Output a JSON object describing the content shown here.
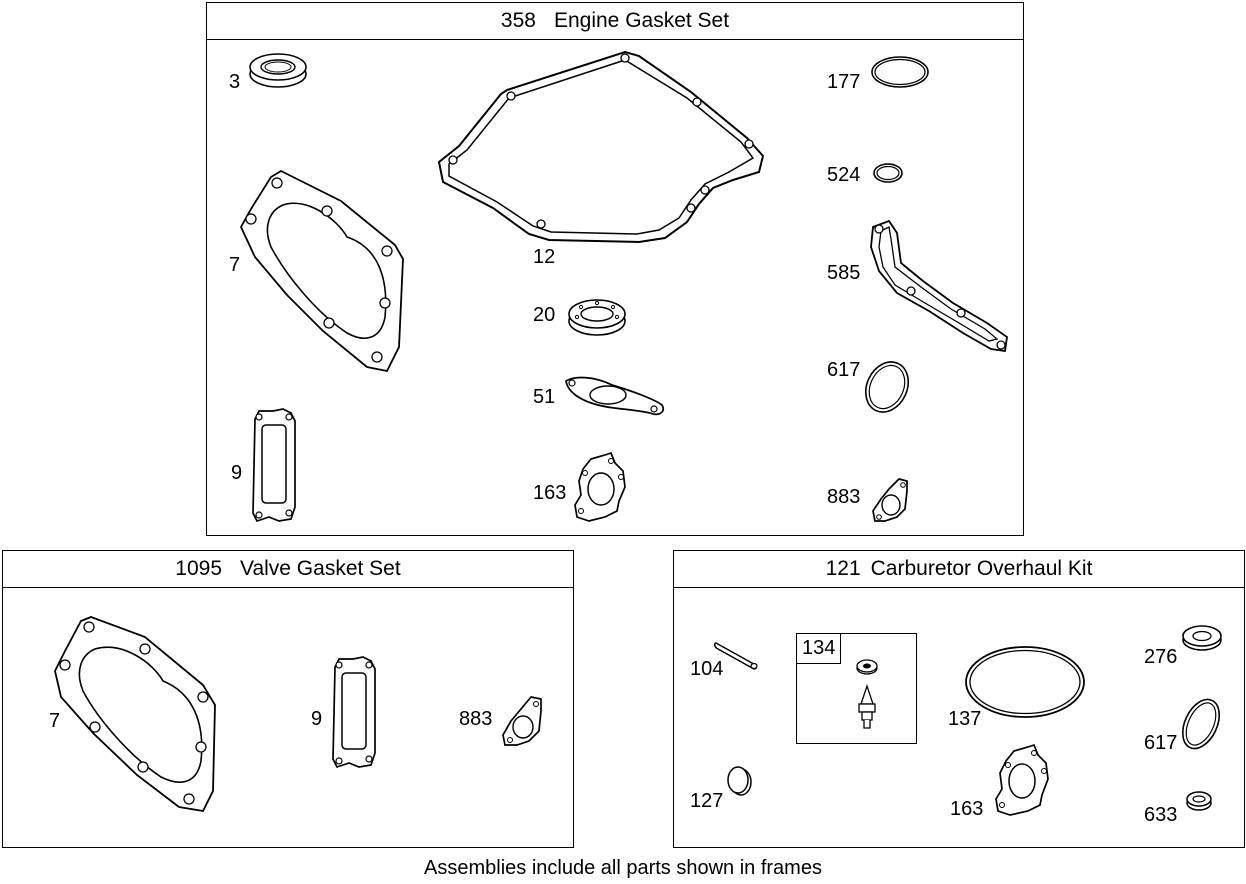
{
  "engine_set": {
    "number": "358",
    "title": "Engine Gasket Set",
    "parts": [
      {
        "label": "3",
        "icon": "oil-seal-icon"
      },
      {
        "label": "12",
        "icon": "crankcase-gasket-icon"
      },
      {
        "label": "177",
        "icon": "o-ring-icon"
      },
      {
        "label": "524",
        "icon": "small-o-ring-icon"
      },
      {
        "label": "7",
        "icon": "cylinder-head-gasket-icon"
      },
      {
        "label": "585",
        "icon": "cover-gasket-icon"
      },
      {
        "label": "20",
        "icon": "oil-seal-icon"
      },
      {
        "label": "617",
        "icon": "oval-ring-icon"
      },
      {
        "label": "51",
        "icon": "exhaust-gasket-icon"
      },
      {
        "label": "9",
        "icon": "valve-cover-gasket-icon"
      },
      {
        "label": "163",
        "icon": "carburetor-gasket-icon"
      },
      {
        "label": "883",
        "icon": "intake-gasket-icon"
      }
    ]
  },
  "valve_set": {
    "number": "1095",
    "title": "Valve Gasket Set",
    "parts": [
      {
        "label": "7",
        "icon": "cylinder-head-gasket-icon"
      },
      {
        "label": "9",
        "icon": "valve-cover-gasket-icon"
      },
      {
        "label": "883",
        "icon": "intake-gasket-icon"
      }
    ]
  },
  "carb_kit": {
    "number": "121",
    "title": "Carburetor Overhaul Kit",
    "parts": [
      {
        "label": "104",
        "icon": "pin-icon"
      },
      {
        "label": "134",
        "icon": "inlet-needle-icon"
      },
      {
        "label": "137",
        "icon": "bowl-gasket-icon"
      },
      {
        "label": "276",
        "icon": "washer-icon"
      },
      {
        "label": "617",
        "icon": "oval-ring-icon"
      },
      {
        "label": "127",
        "icon": "welch-plug-icon"
      },
      {
        "label": "163",
        "icon": "carburetor-gasket-icon"
      },
      {
        "label": "633",
        "icon": "washer-icon"
      }
    ]
  },
  "footer": "Assemblies include all parts shown in frames"
}
